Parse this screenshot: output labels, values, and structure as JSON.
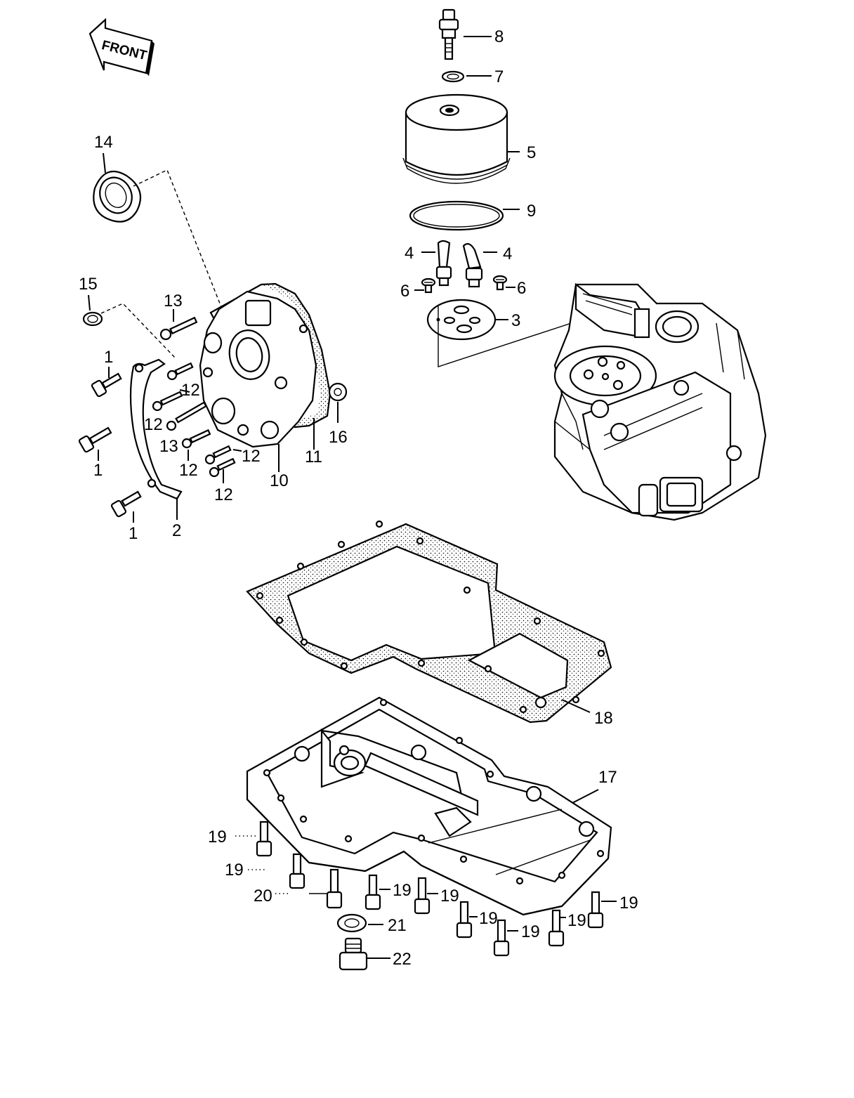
{
  "front_badge": {
    "text": "FRONT"
  },
  "callouts": {
    "p1a": "1",
    "p1b": "1",
    "p1c": "1",
    "p2": "2",
    "p3": "3",
    "p4a": "4",
    "p4b": "4",
    "p5": "5",
    "p6a": "6",
    "p6b": "6",
    "p7": "7",
    "p8": "8",
    "p9": "9",
    "p10": "10",
    "p11": "11",
    "p12a": "12",
    "p12b": "12",
    "p12c": "12",
    "p12d": "12",
    "p12e": "12",
    "p13a": "13",
    "p13b": "13",
    "p14": "14",
    "p15": "15",
    "p16": "16",
    "p17": "17",
    "p18": "18",
    "p19a": "19",
    "p19b": "19",
    "p19c": "19",
    "p19d": "19",
    "p19e": "19",
    "p19f": "19",
    "p19g": "19",
    "p19h": "19",
    "p20": "20",
    "p21": "21",
    "p22": "22"
  }
}
